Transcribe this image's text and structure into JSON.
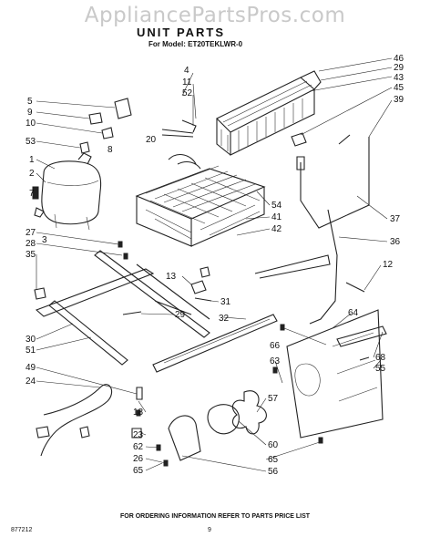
{
  "watermark": "AppliancePartsPros.com",
  "title": "UNIT PARTS",
  "model_line": "For Model: ET20TEKLWR-0",
  "footer_text": "FOR ORDERING INFORMATION REFER TO PARTS PRICE LIST",
  "page_number": "9",
  "doc_code": "877212",
  "callouts": [
    "46",
    "29",
    "43",
    "45",
    "39",
    "4",
    "11",
    "52",
    "5",
    "9",
    "10",
    "53",
    "8",
    "20",
    "1",
    "2",
    "7",
    "3",
    "54",
    "41",
    "42",
    "37",
    "36",
    "27",
    "28",
    "35",
    "12",
    "13",
    "31",
    "29",
    "32",
    "30",
    "51",
    "64",
    "66",
    "49",
    "24",
    "63",
    "68",
    "55",
    "18",
    "23",
    "62",
    "26",
    "65",
    "57",
    "60",
    "65",
    "56"
  ]
}
